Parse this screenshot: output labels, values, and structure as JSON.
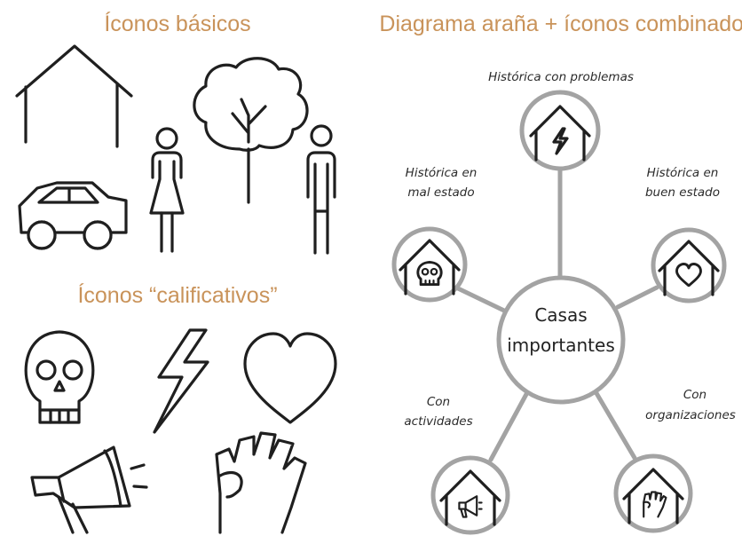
{
  "left": {
    "basic_title": "Íconos básicos",
    "qualifier_title": "Íconos “calificativos”",
    "basic_icons": [
      "house-icon",
      "tree-icon",
      "car-icon",
      "woman-icon",
      "man-icon"
    ],
    "qualifier_icons": [
      "skull-icon",
      "lightning-icon",
      "heart-icon",
      "megaphone-icon",
      "fist-icon"
    ]
  },
  "right": {
    "title": "Diagrama araña + íconos combinados",
    "center": {
      "line1": "Casas",
      "line2": "importantes"
    },
    "nodes": [
      {
        "key": "problems",
        "lines": [
          "Histórica con problemas"
        ],
        "icon": "house-lightning-icon"
      },
      {
        "key": "bad",
        "lines": [
          "Histórica en",
          "mal estado"
        ],
        "icon": "house-skull-icon"
      },
      {
        "key": "good",
        "lines": [
          "Histórica en",
          "buen estado"
        ],
        "icon": "house-heart-icon"
      },
      {
        "key": "activities",
        "lines": [
          "Con",
          "actividades"
        ],
        "icon": "house-megaphone-icon"
      },
      {
        "key": "organizations",
        "lines": [
          "Con",
          "organizaciones"
        ],
        "icon": "house-fist-icon"
      }
    ]
  },
  "colors": {
    "title": "#c9935a",
    "ink": "#1f1f1f",
    "diagram_gray": "#a3a3a3"
  }
}
